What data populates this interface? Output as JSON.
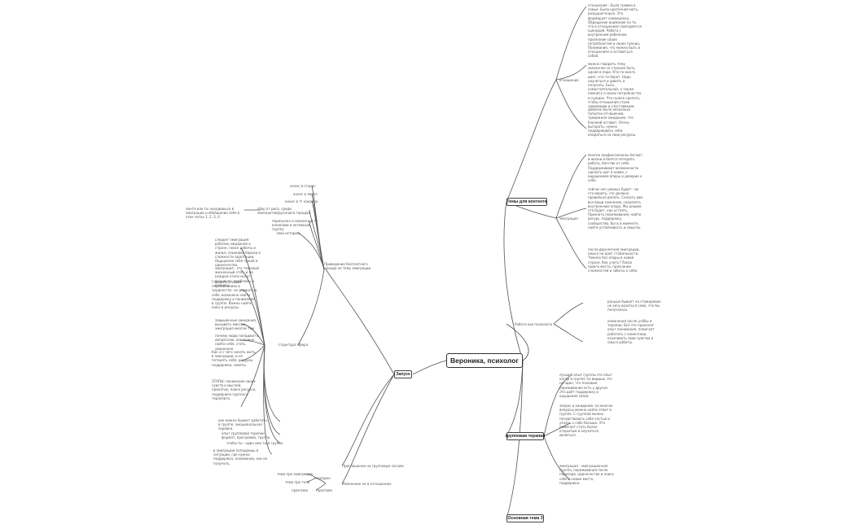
{
  "root": "Вероника, психолог",
  "right": {
    "branch1": {
      "label": "Темы для контента",
      "sub1": {
        "label": "отношения",
        "notes": [
          "отношения - Была травма в семье. Была критичная мать, разрушительно. Это формирует самооценку. Обращение внимания на то, что в отношениях повторяется сценарий. Работа с внутренним ребенком, признание своих потребностей и своих границ. Понимание, что можно быть в отношениях и оставаться собой.",
          "можно говорить тему связанное со страхом быть одной в паре. Кто-то много дает, кто-то берет. Надо научиться и давать и получать. Быть самостоятельной, а также помнить о своих потребностях и нуждах. Что нужно сделать, чтобы отношения стали здоровыми и счастливыми.",
          "девочек было несколько попыток отношений, тревожное ожидание, что близкий оставит. Очень выгорать, нужно поддерживать себя, опираться на свои ресурсы."
        ]
      },
      "sub2": {
        "label": "эмиграция",
        "notes": [
          "многие профессионалы бегают в жизни и боятся потерять работу, бегство от себя. Поддерживают возможности сделать шаг в новое, с ощущением опоры и доверия к себе.",
          "сейчас нет ровных будет - во что верить, что должно правильно делать. Сказать вам все ваши сомнения, сохранять внутреннюю опору. Мы решим, что будет, как устоять. Признать переживания, найти ресурс, поддержку, сообщество, быть в моменте, найти устойчивость и смыслы.",
          "после двухлетней эмиграции, смысл не дает стабильности. Тяжело без опоры в новой стране. Как учить? Поиск своего места, признание сложностей и заботы о себе."
        ]
      }
    },
    "branch2": {
      "label": "Работа как психолога",
      "notes": [
        "раньше бывает на стажировке не хочу возиться сама, что бы получалось.",
        "изменения после учёбы и терапии. Всё это приносит опыт понимания, помогает работать с клиентами, осознавать свои чувства и смысл работы."
      ]
    },
    "branch3": {
      "label": "групповая терапия",
      "notes": [
        "лучший опыт группы это опыт когда в группе ты видишь что не один, что похожие переживания есть у других. Это даёт поддержку и ощущение связи.",
        "запрос и ожидание: на многие вопросы можно найти ответ в группе. С группой можно почувствовать себя частью и узнать о себе больше. Это помогает стать более открытым и научиться делиться.",
        "эмиграция - эмиграционная группа, переживания после переезда, одиночество и поиск себя в новом месте, поддержка."
      ]
    },
    "branch4": {
      "label": "Основная тема 3"
    }
  },
  "left": {
    "start": "Запуск",
    "cat1": "Приведение бесплатного дохода на тему эмиграции",
    "cat1_items": [
      "анонс в сторис",
      "анонс в ленте",
      "анонс в тг каналах",
      "сбор от риса, среди эмигрантов/русской в городах",
      "пересылка и связанный тг каналами и активным группу",
      "tаки историц"
    ],
    "cat1_left_note": "лента или ты находишься в эмиграции и обобщение себя в этих чатах 1, 2, 3, 4",
    "structure": "структура эфира",
    "structure_items": [
      "следует эмиграция: рабочих ожидание в стране, поиск работы и жилья, языковой барьер и сложности адаптации. Ощущение себя чужой и одиночество.",
      "эмиграция - это тяжелый жизненный этап, и на каждом этапе могут возникать проблемы и кризисы.",
      "Говорить о своих переживаниях и трудностях, не держать в себе, возможно найти поддержку и понимание в группе. Важно найти силы и ресурсы.",
      "завышенные ожидания, вызывать миссию, эмиграция многих тем.",
      "почему люди попадают в депрессию, как можно найти себя, стать увереннее.",
      "Как и с чего начать жить в эмиграции, и не потерять себя, ресурсы поддержки, советы.",
      "ЭТАПЫ: понимание своих чувств и мыслей, принятие, поиск ресурса, поддержка группы и терапевта.",
      "как можно бывает работать в группе, эмоциональная зарядка.",
      "опыт групповой терапии формат, программа, группа",
      "чтобы ты - один или ты в группе",
      "в эмиграции попадаешь в ситуации, где нужна поддержка, понимание, как ее получить."
    ],
    "cat2": "Приглашение на групповую сессию",
    "cat3": "Изменение не в отношениях",
    "cat3_items": [
      "тема про эмиграцию",
      "тема про тела",
      "практики"
    ],
    "cat3_sub": [
      "холодно",
      "практики"
    ]
  }
}
